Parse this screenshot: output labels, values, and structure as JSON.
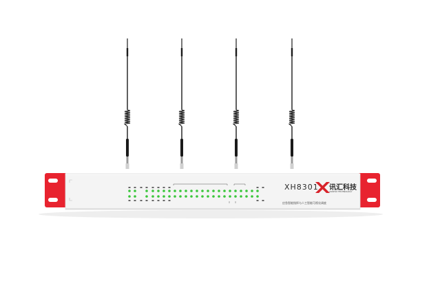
{
  "device": {
    "model": "XH8301",
    "brand_name": "讯汇科技",
    "brand_sub": "XUNHUI TECHNOLOGY",
    "description": "应急智能指挥与人工智能可视化调度",
    "colors": {
      "ear_red": "#e8232f",
      "panel": "#f5f5f5",
      "led_green": "#39c63a",
      "logo_red": "#d8232a",
      "antenna": "#1a1a1a"
    },
    "antenna_count": 4,
    "led_rows": 2
  }
}
